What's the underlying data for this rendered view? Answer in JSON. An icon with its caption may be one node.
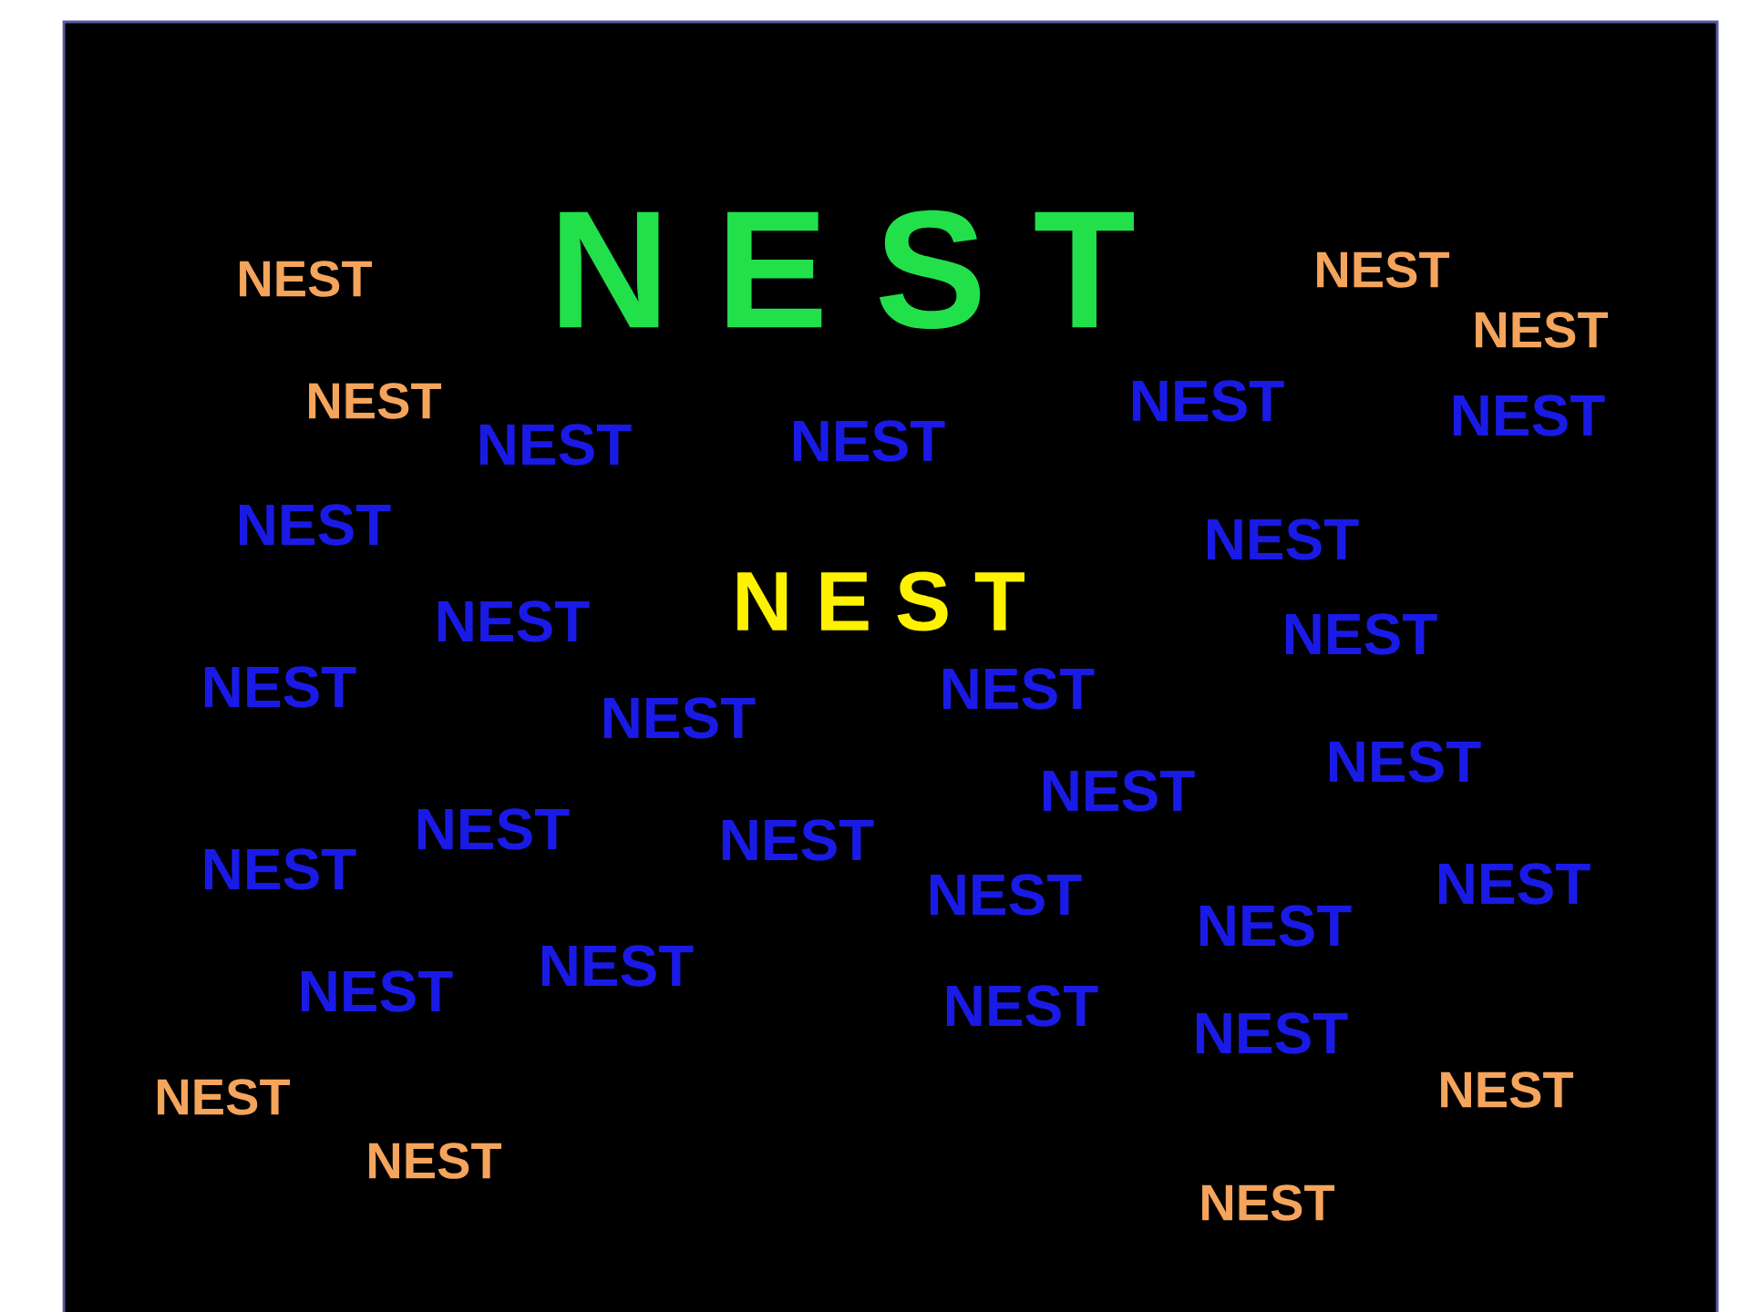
{
  "diagram": {
    "title": "N E S T",
    "labels": [
      "NEST",
      "NEST",
      "NEST",
      "NEST",
      "NEST",
      "NEST",
      "NEST",
      "NEST",
      "NEST",
      "NEST",
      "N E S T",
      "NEST",
      "NEST",
      "NEST",
      "NEST",
      "NEST",
      "NEST",
      "NEST",
      "NEST",
      "NEST",
      "NEST",
      "NEST",
      "NEST",
      "NEST",
      "NEST",
      "NEST",
      "NEST",
      "NEST",
      "NEST",
      "NEST",
      "NEST",
      "NEST"
    ]
  }
}
